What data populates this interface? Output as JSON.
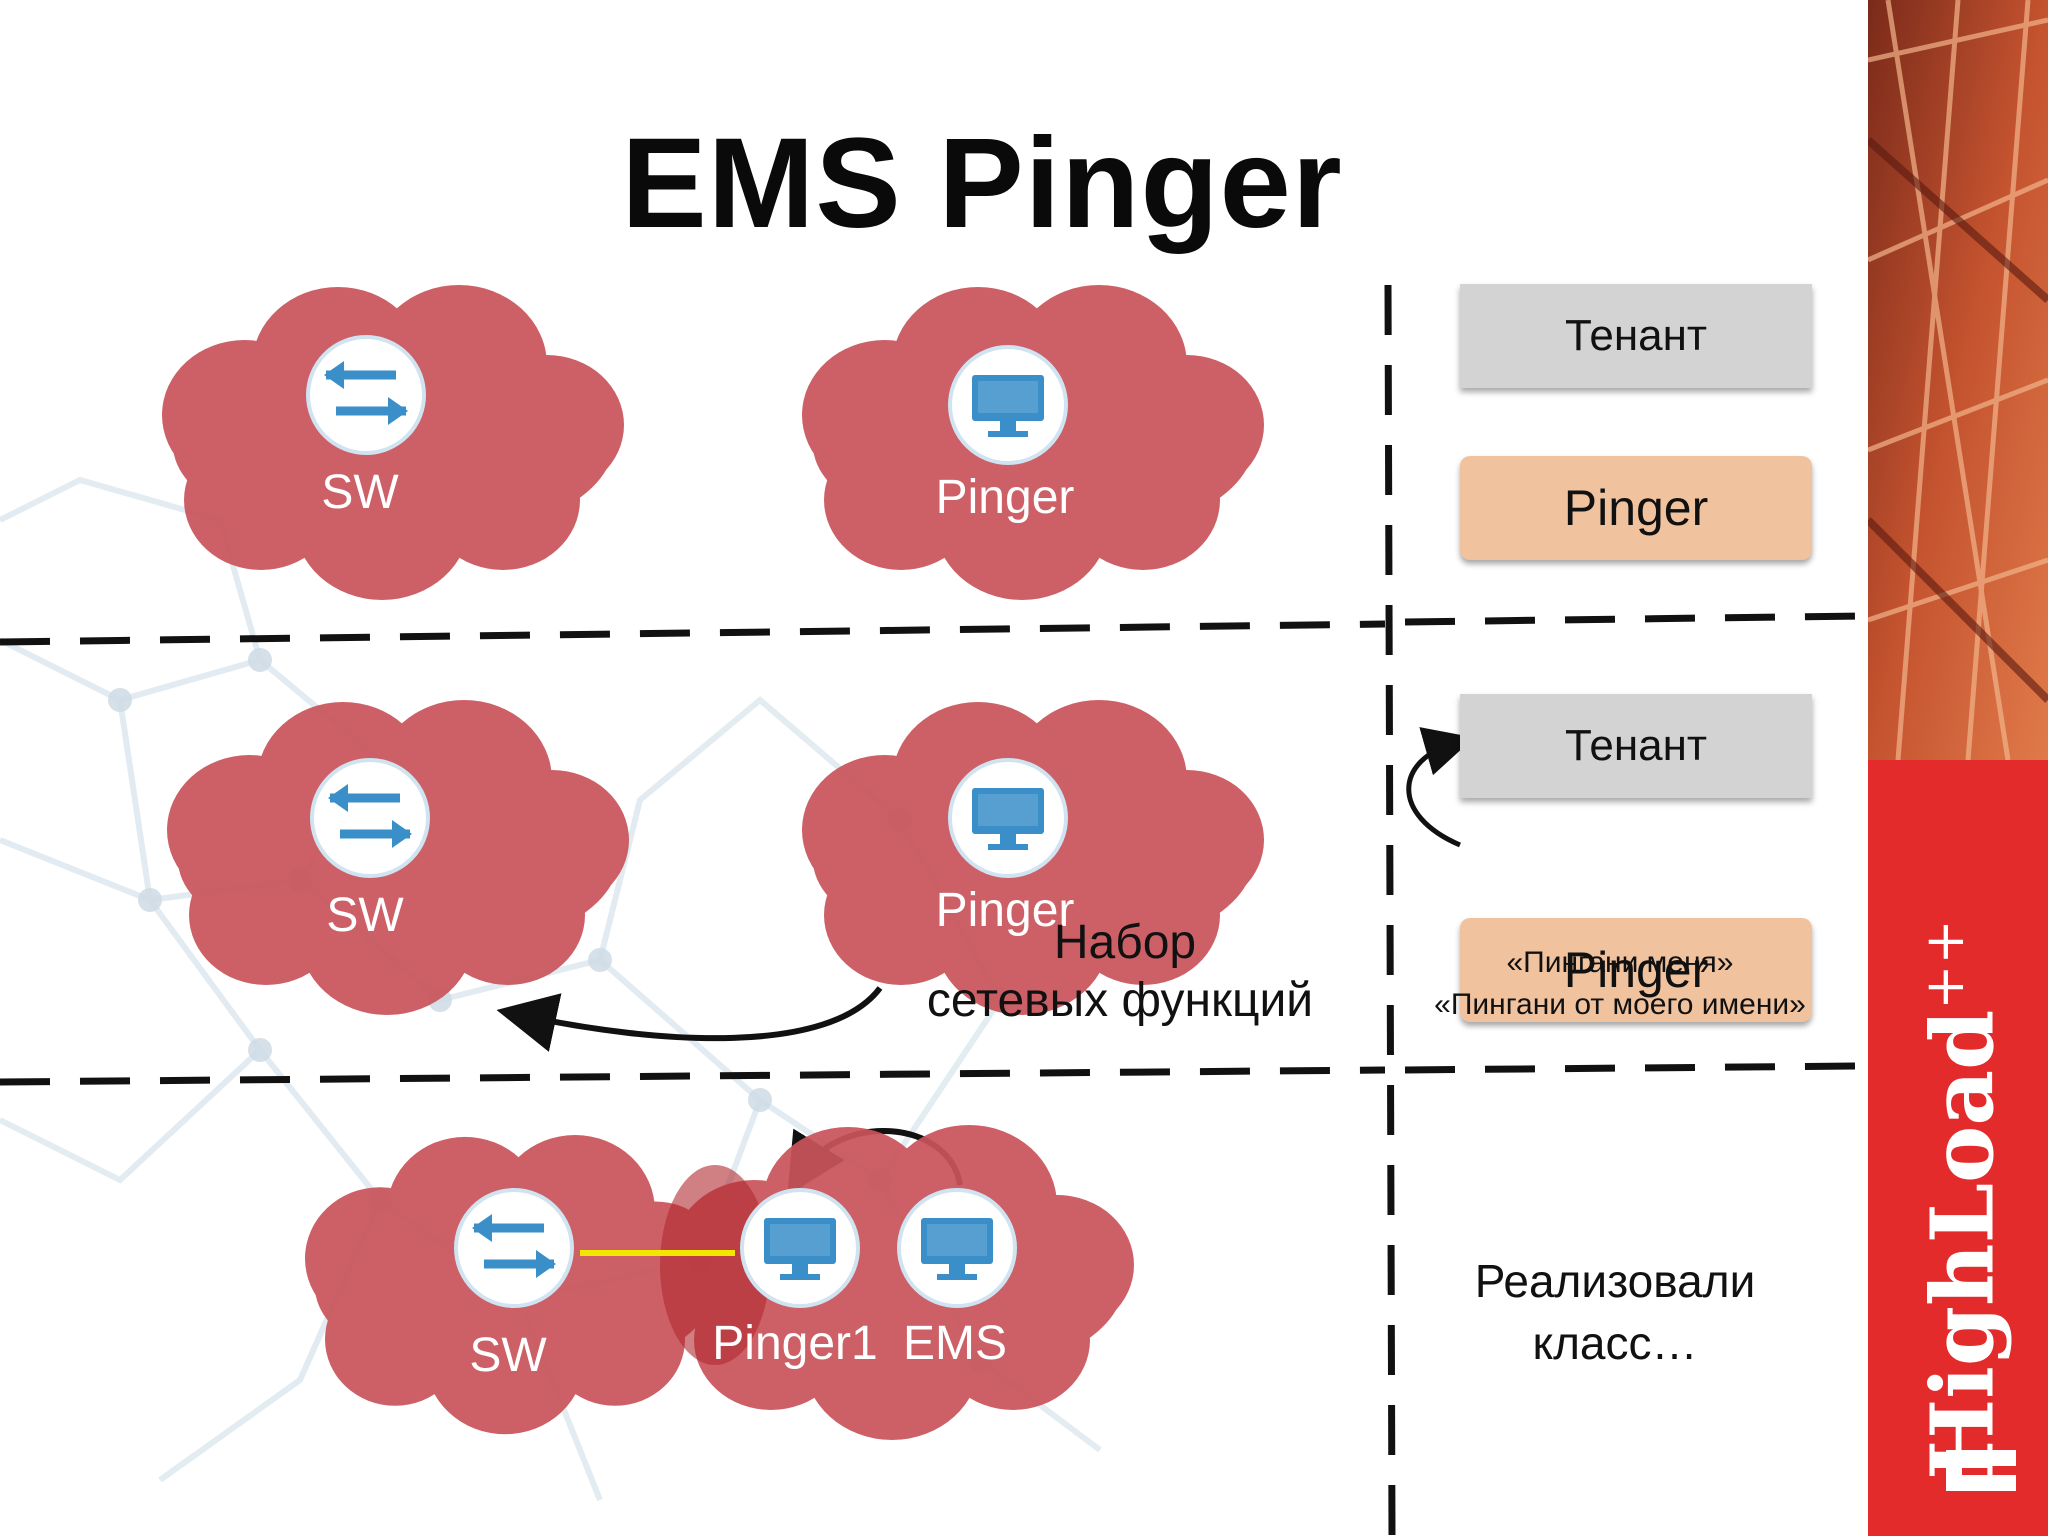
{
  "title": "EMS Pinger",
  "row1": {
    "left_cloud_label": "SW",
    "right_cloud_label": "Pinger"
  },
  "row2": {
    "left_cloud_label": "SW",
    "right_cloud_label": "Pinger",
    "annotation_line1": "Набор",
    "annotation_line2": "сетевых функций"
  },
  "row3": {
    "sw_label": "SW",
    "pinger1_label": "Pinger1",
    "ems_label": "EMS"
  },
  "sidebar": {
    "box1": "Тенант",
    "box2": "Pinger",
    "box3": "Тенант",
    "box4": "Pinger",
    "note_line1": "«Пингани меня»",
    "note_line2": "«Пингани от моего имени»",
    "realized_line1": "Реализовали",
    "realized_line2": "класс…"
  },
  "brand": {
    "name": "HighLoad",
    "suffix": "++"
  },
  "icons": [
    "switch-icon",
    "monitor-icon"
  ],
  "colors": {
    "cloud": "#c9545b",
    "icon_blue": "#3a8fc9",
    "brand_red": "#e32b2b",
    "link_yellow": "#f3e600",
    "box_grey": "#d3d3d3",
    "box_orange": "#f0c29e"
  }
}
